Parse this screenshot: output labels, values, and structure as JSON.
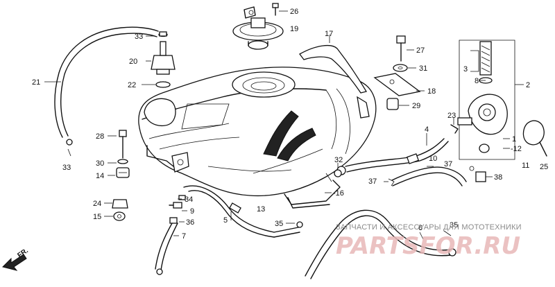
{
  "parts": [
    {
      "id": "p1",
      "label": "1"
    },
    {
      "id": "p2",
      "label": "2"
    },
    {
      "id": "p3",
      "label": "3"
    },
    {
      "id": "p4",
      "label": "4"
    },
    {
      "id": "p5",
      "label": "5"
    },
    {
      "id": "p6",
      "label": "6"
    },
    {
      "id": "p7",
      "label": "7"
    },
    {
      "id": "p8",
      "label": "8"
    },
    {
      "id": "p9",
      "label": "9"
    },
    {
      "id": "p10",
      "label": "10"
    },
    {
      "id": "p11",
      "label": "11"
    },
    {
      "id": "p12",
      "label": "-12"
    },
    {
      "id": "p13",
      "label": "13"
    },
    {
      "id": "p14",
      "label": "14"
    },
    {
      "id": "p15",
      "label": "15"
    },
    {
      "id": "p16",
      "label": "-16"
    },
    {
      "id": "p17",
      "label": "17"
    },
    {
      "id": "p18",
      "label": "18"
    },
    {
      "id": "p19",
      "label": "19"
    },
    {
      "id": "p20",
      "label": "20"
    },
    {
      "id": "p21",
      "label": "21"
    },
    {
      "id": "p22",
      "label": "22"
    },
    {
      "id": "p23",
      "label": "23"
    },
    {
      "id": "p24",
      "label": "24"
    },
    {
      "id": "p25",
      "label": "25"
    },
    {
      "id": "p26",
      "label": "26"
    },
    {
      "id": "p27",
      "label": "27"
    },
    {
      "id": "p28",
      "label": "28"
    },
    {
      "id": "p29",
      "label": "29"
    },
    {
      "id": "p30",
      "label": "30"
    },
    {
      "id": "p31",
      "label": "31"
    },
    {
      "id": "p32",
      "label": "32"
    },
    {
      "id": "p33a",
      "label": "33"
    },
    {
      "id": "p33b",
      "label": "33"
    },
    {
      "id": "p34",
      "label": "34"
    },
    {
      "id": "p35a",
      "label": "35"
    },
    {
      "id": "p35b",
      "label": "35"
    },
    {
      "id": "p36",
      "label": "36"
    },
    {
      "id": "p37a",
      "label": "37"
    },
    {
      "id": "p37b",
      "label": "37"
    },
    {
      "id": "p38",
      "label": "38"
    }
  ],
  "direction_marker": "FR.",
  "watermark": {
    "subtitle": "ЗАПЧАСТИ И АКСЕССУАРЫ ДЛЯ МОТОТЕХНИКИ",
    "logo": "PARTSFOR.RU"
  },
  "colors": {
    "line": "#111111",
    "background": "#ffffff",
    "watermark_text": "#8a8a8a",
    "watermark_logo": "#e8b8b8"
  }
}
